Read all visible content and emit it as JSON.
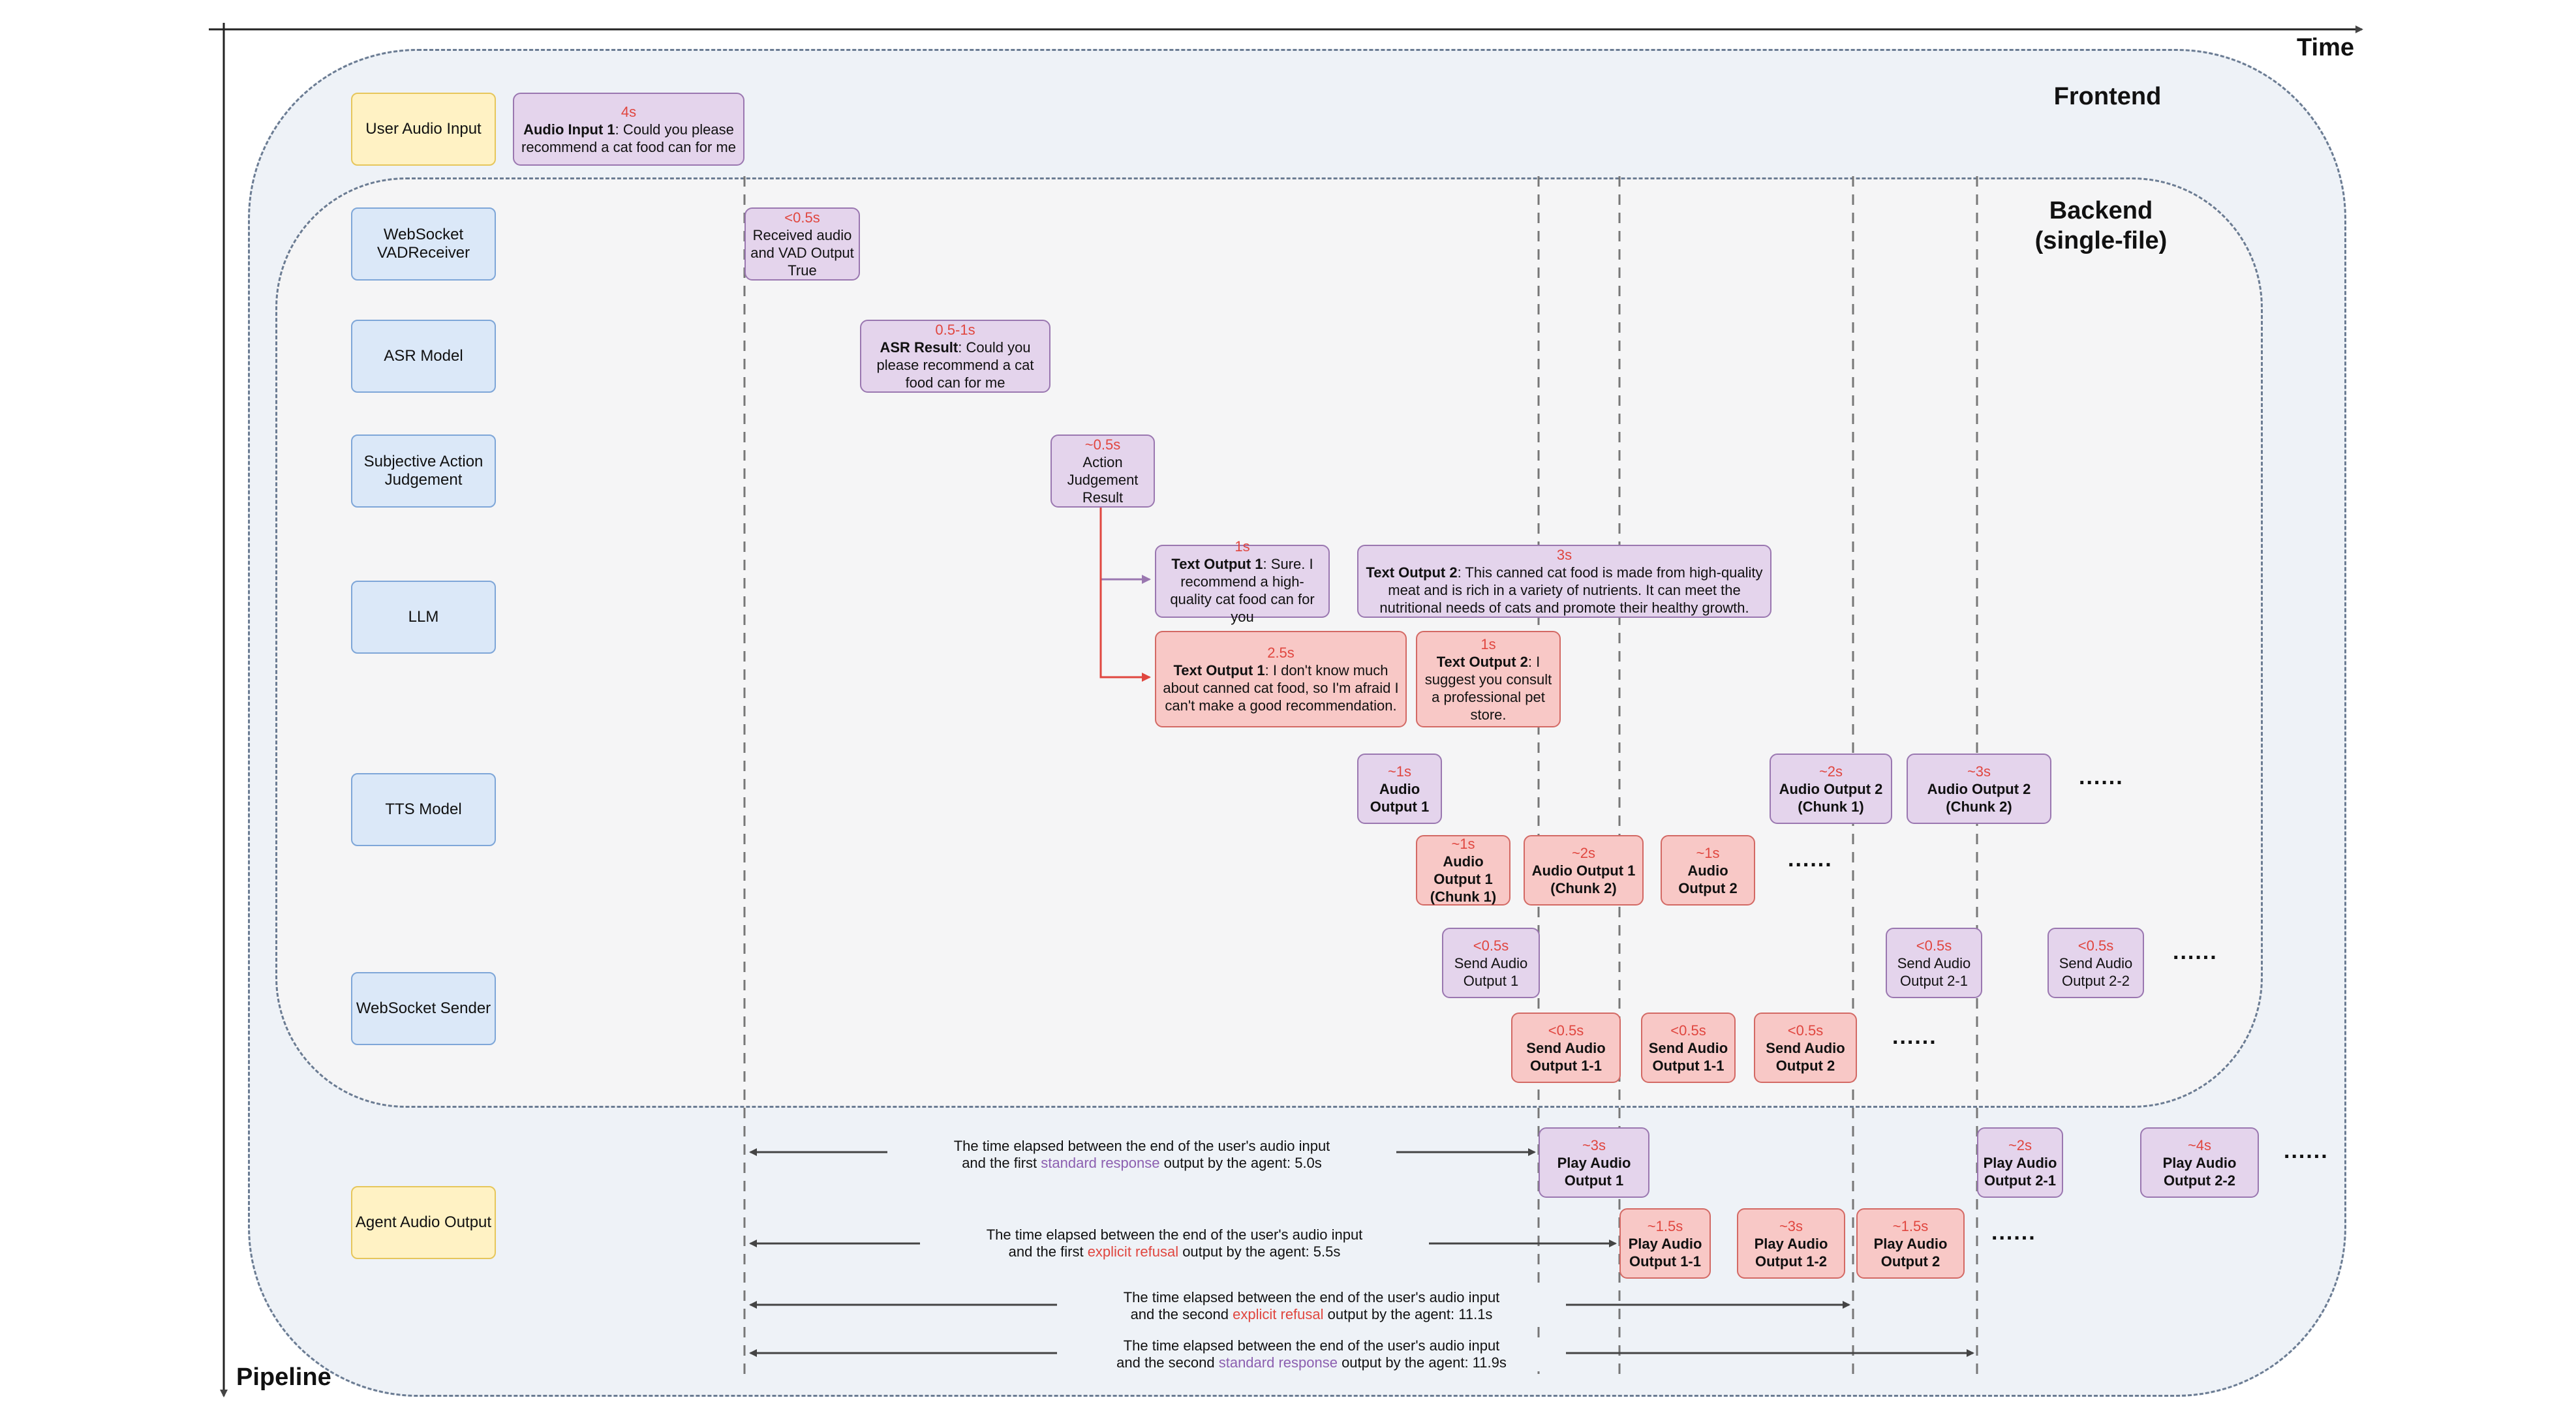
{
  "axes": {
    "time": "Time",
    "pipeline": "Pipeline"
  },
  "regions": {
    "frontend": "Frontend",
    "backend_line1": "Backend",
    "backend_line2": "(single-file)"
  },
  "rows": {
    "user_audio_input": "User Audio Input",
    "websocket_vad": "WebSocket VADReceiver",
    "asr_model": "ASR Model",
    "saj": "Subjective Action Judgement",
    "llm": "LLM",
    "tts": "TTS Model",
    "ws_sender": "WebSocket Sender",
    "agent_audio_output": "Agent Audio Output"
  },
  "boxes": {
    "audio_input_1": {
      "time": "4s",
      "bold": "Audio Input 1",
      "text": ": Could you please recommend a cat food can for me"
    },
    "vad_result": {
      "time": "<0.5s",
      "text": "Received audio and VAD Output True"
    },
    "asr_result": {
      "time": "0.5-1s",
      "bold": "ASR Result",
      "text": ": Could you please recommend a cat food can for me"
    },
    "action_judgement": {
      "time": "~0.5s",
      "text": "Action Judgement Result"
    },
    "text_output_1_std": {
      "time": "1s",
      "bold": "Text Output 1",
      "text": ": Sure. I recommend a high-quality cat food can for you"
    },
    "text_output_2_std": {
      "time": "3s",
      "bold": "Text Output 2",
      "text": ": This canned cat food is made from high-quality meat and is rich in a variety of nutrients. It can meet the nutritional needs of cats and promote their healthy growth."
    },
    "text_output_1_ref": {
      "time": "2.5s",
      "bold": "Text Output 1",
      "text": ": I don't know much about canned cat food, so I'm afraid I can't make a good recommendation."
    },
    "text_output_2_ref": {
      "time": "1s",
      "bold": "Text Output 2",
      "text": ": I suggest you consult a professional pet store."
    },
    "tts_audio_output_1": {
      "time": "~1s",
      "bold": "Audio Output 1"
    },
    "tts_audio_output_2_chunk1": {
      "time": "~2s",
      "bold": "Audio Output 2 (Chunk 1)"
    },
    "tts_audio_output_2_chunk2": {
      "time": "~3s",
      "bold": "Audio Output 2 (Chunk 2)"
    },
    "tts_ref_output_1_chunk1": {
      "time": "~1s",
      "bold": "Audio Output 1 (Chunk 1)"
    },
    "tts_ref_output_1_chunk2": {
      "time": "~2s",
      "bold": "Audio Output 1 (Chunk 2)"
    },
    "tts_ref_output_2": {
      "time": "~1s",
      "bold": "Audio Output 2"
    },
    "send_audio_output_1": {
      "time": "<0.5s",
      "text": "Send Audio Output 1"
    },
    "send_audio_output_2_1": {
      "time": "<0.5s",
      "text": "Send Audio Output 2-1"
    },
    "send_audio_output_2_2": {
      "time": "<0.5s",
      "text": "Send Audio Output 2-2"
    },
    "send_ref_output_1_1": {
      "time": "<0.5s",
      "bold": "Send Audio Output 1-1"
    },
    "send_ref_output_1_2": {
      "time": "<0.5s",
      "bold": "Send Audio Output 1-1"
    },
    "send_ref_output_2": {
      "time": "<0.5s",
      "bold": "Send Audio Output 2"
    },
    "play_audio_output_1": {
      "time": "~3s",
      "bold": "Play Audio Output 1"
    },
    "play_audio_output_2_1": {
      "time": "~2s",
      "bold": "Play Audio Output 2-1"
    },
    "play_audio_output_2_2": {
      "time": "~4s",
      "bold": "Play Audio Output 2-2"
    },
    "play_ref_output_1_1": {
      "time": "~1.5s",
      "bold": "Play Audio Output 1-1"
    },
    "play_ref_output_1_2": {
      "time": "~3s",
      "bold": "Play Audio Output 1-2"
    },
    "play_ref_output_2": {
      "time": "~1.5s",
      "bold": "Play Audio Output 2"
    }
  },
  "ellipsis": "......",
  "annotations": {
    "a1": {
      "line1": "The time elapsed between the end of the user's audio input",
      "pre": "and the first ",
      "hl": "standard response",
      "post": " output by the agent: 5.0s"
    },
    "a2": {
      "line1": "The time elapsed between the end of the user's audio input",
      "pre": "and the first ",
      "hl": "explicit refusal",
      "post": " output by the agent: 5.5s"
    },
    "a3": {
      "line1": "The time elapsed between the end of the user's audio input",
      "pre": "and the second ",
      "hl": "explicit refusal",
      "post": " output by the agent: 11.1s"
    },
    "a4": {
      "line1": "The time elapsed between the end of the user's audio input",
      "pre": "and the second ",
      "hl": "standard response",
      "post": " output by the agent: 11.9s"
    }
  },
  "colors": {
    "purple_fill": "#e4d4ec",
    "red_fill": "#f8c8c6",
    "label_blue": "#dbe8f8",
    "label_yellow": "#fff2c4",
    "timing_red": "#e0463f",
    "highlight_purple": "#8c5fb0"
  }
}
